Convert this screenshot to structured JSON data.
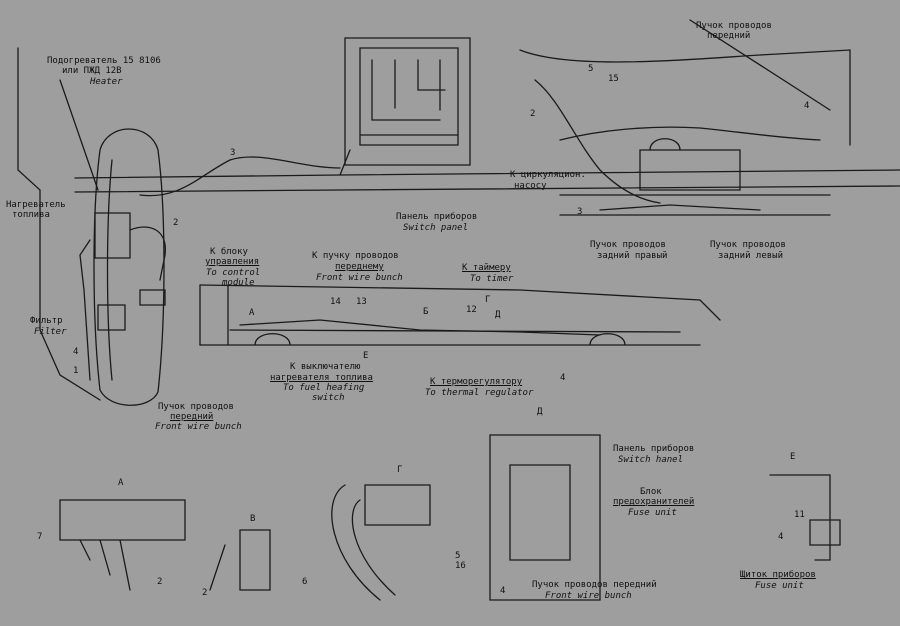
{
  "labels": {
    "heater_ru_1": "Подогреватель 15 8106",
    "heater_ru_2": "или ПЖД 12В",
    "heater_en": "Heater",
    "fuel_heater_ru_1": "Нагреватель",
    "fuel_heater_ru_2": "топлива",
    "filter_ru": "Фильтр",
    "filter_en": "Filter",
    "front_bunch_left_ru_1": "Пучок проводов",
    "front_bunch_left_ru_2": "передний",
    "front_bunch_left_en": "Front wire bunch",
    "front_bunch_top_ru_1": "Пучок проводов",
    "front_bunch_top_ru_2": "передний",
    "circ_pump_ru_1": "К циркуляцион.",
    "circ_pump_ru_2": "насосу",
    "rear_right_ru_1": "Пучок проводов",
    "rear_right_ru_2": "задний правый",
    "rear_left_ru_1": "Пучок проводов",
    "rear_left_ru_2": "задний левый",
    "switch_panel_ru": "Панель приборов",
    "switch_panel_en": "Switch panel",
    "control_module_ru_1": "К блоку",
    "control_module_ru_2": "управления",
    "control_module_en_1": "To control",
    "control_module_en_2": "module",
    "to_front_bunch_ru_1": "К пучку проводов",
    "to_front_bunch_ru_2": "переднему",
    "to_front_bunch_en": "Front wire bunch",
    "timer_ru": "К таймеру",
    "timer_en": "To timer",
    "fuel_switch_ru_1": "К выключателю",
    "fuel_switch_ru_2": "нагревателя топлива",
    "fuel_switch_en_1": "To fuel heafing",
    "fuel_switch_en_2": "switch",
    "thermo_ru": "К терморегулятору",
    "thermo_en": "To thermal regulator",
    "panel_hanel_ru": "Панель приборов",
    "panel_hanel_en": "Switch hanel",
    "fuse_ru_1": "Блок",
    "fuse_ru_2": "предохранителей",
    "fuse_en": "Fuse unit",
    "front_bunch_bottom_ru": "Пучок проводов передний",
    "front_bunch_bottom_en": "Front wire bunch",
    "shield_ru": "Щиток приборов",
    "shield_en": "Fuse unit"
  },
  "views": {
    "A": "А",
    "B": "В",
    "G": "Г",
    "E": "Е",
    "D": "Д",
    "B_arrow": "Б",
    "A_arrow": "А",
    "E_arrow": "Е",
    "G_arrow": "Г",
    "D_arrow": "Д"
  },
  "numbers": {
    "n1": "1",
    "n2a": "2",
    "n2b": "2",
    "n2c": "2",
    "n2d": "2",
    "n3a": "3",
    "n3b": "3",
    "n4a": "4",
    "n4b": "4",
    "n4c": "4",
    "n4d": "4",
    "n4e": "4",
    "n5a": "5",
    "n5b": "5",
    "n6": "6",
    "n7": "7",
    "n11": "11",
    "n12": "12",
    "n13": "13",
    "n14": "14",
    "n15": "15",
    "n16": "16"
  }
}
